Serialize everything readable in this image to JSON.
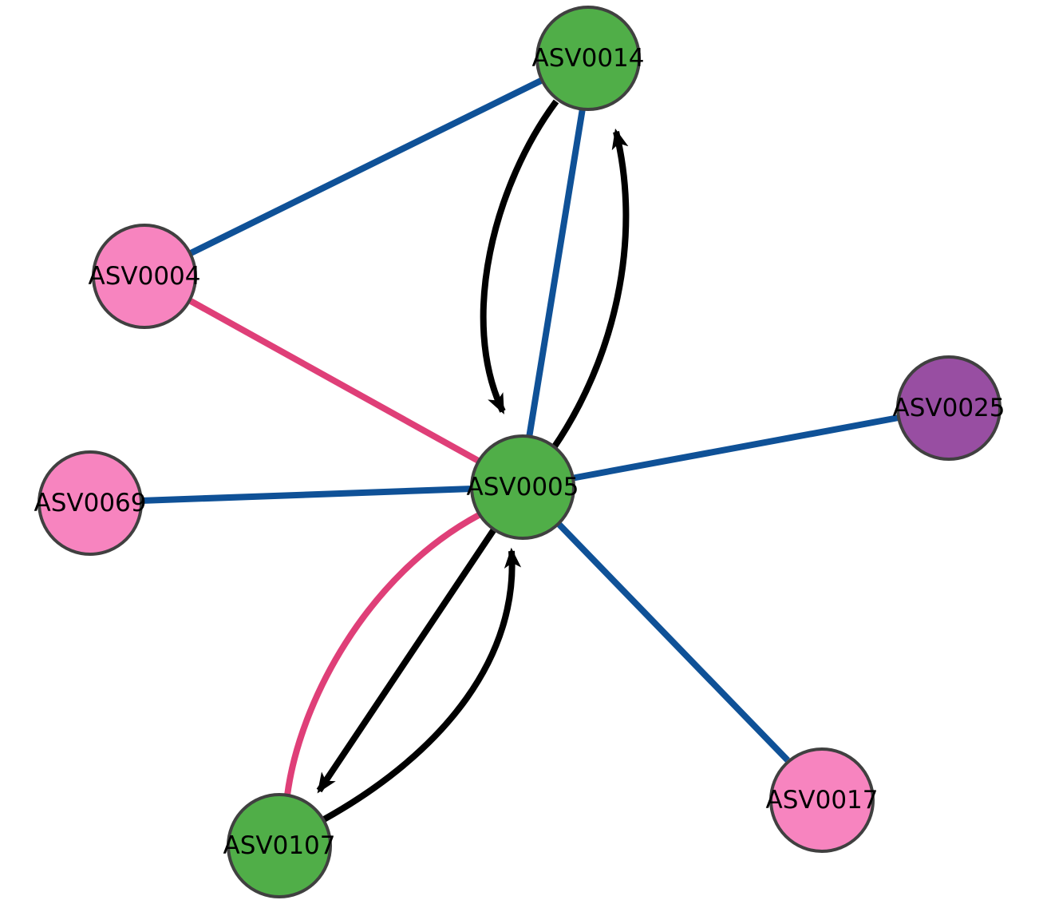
{
  "colors": {
    "green": "#50ae48",
    "pink": "#f784bf",
    "purple": "#984ea2",
    "blue": "#0f5197",
    "crimson": "#df3f78",
    "black": "#000000",
    "outline": "#404040"
  },
  "nodes": [
    {
      "id": "ASV0014",
      "label": "ASV0014",
      "color": "green"
    },
    {
      "id": "ASV0004",
      "label": "ASV0004",
      "color": "pink"
    },
    {
      "id": "ASV0025",
      "label": "ASV0025",
      "color": "purple"
    },
    {
      "id": "ASV0069",
      "label": "ASV0069",
      "color": "pink"
    },
    {
      "id": "ASV0005",
      "label": "ASV0005",
      "color": "green"
    },
    {
      "id": "ASV0017",
      "label": "ASV0017",
      "color": "pink"
    },
    {
      "id": "ASV0107",
      "label": "ASV0107",
      "color": "green"
    }
  ],
  "edges": [
    {
      "from": "ASV0004",
      "to": "ASV0014",
      "color": "blue",
      "directed": false
    },
    {
      "from": "ASV0004",
      "to": "ASV0005",
      "color": "crimson",
      "directed": false
    },
    {
      "from": "ASV0005",
      "to": "ASV0014",
      "color": "blue",
      "directed": false
    },
    {
      "from": "ASV0014",
      "to": "ASV0005",
      "color": "black",
      "directed": true
    },
    {
      "from": "ASV0005",
      "to": "ASV0014",
      "color": "black",
      "directed": true
    },
    {
      "from": "ASV0005",
      "to": "ASV0025",
      "color": "blue",
      "directed": false
    },
    {
      "from": "ASV0069",
      "to": "ASV0005",
      "color": "blue",
      "directed": false
    },
    {
      "from": "ASV0005",
      "to": "ASV0017",
      "color": "blue",
      "directed": false
    },
    {
      "from": "ASV0005",
      "to": "ASV0107",
      "color": "crimson",
      "directed": false
    },
    {
      "from": "ASV0005",
      "to": "ASV0107",
      "color": "black",
      "directed": true
    },
    {
      "from": "ASV0107",
      "to": "ASV0005",
      "color": "black",
      "directed": true
    }
  ]
}
